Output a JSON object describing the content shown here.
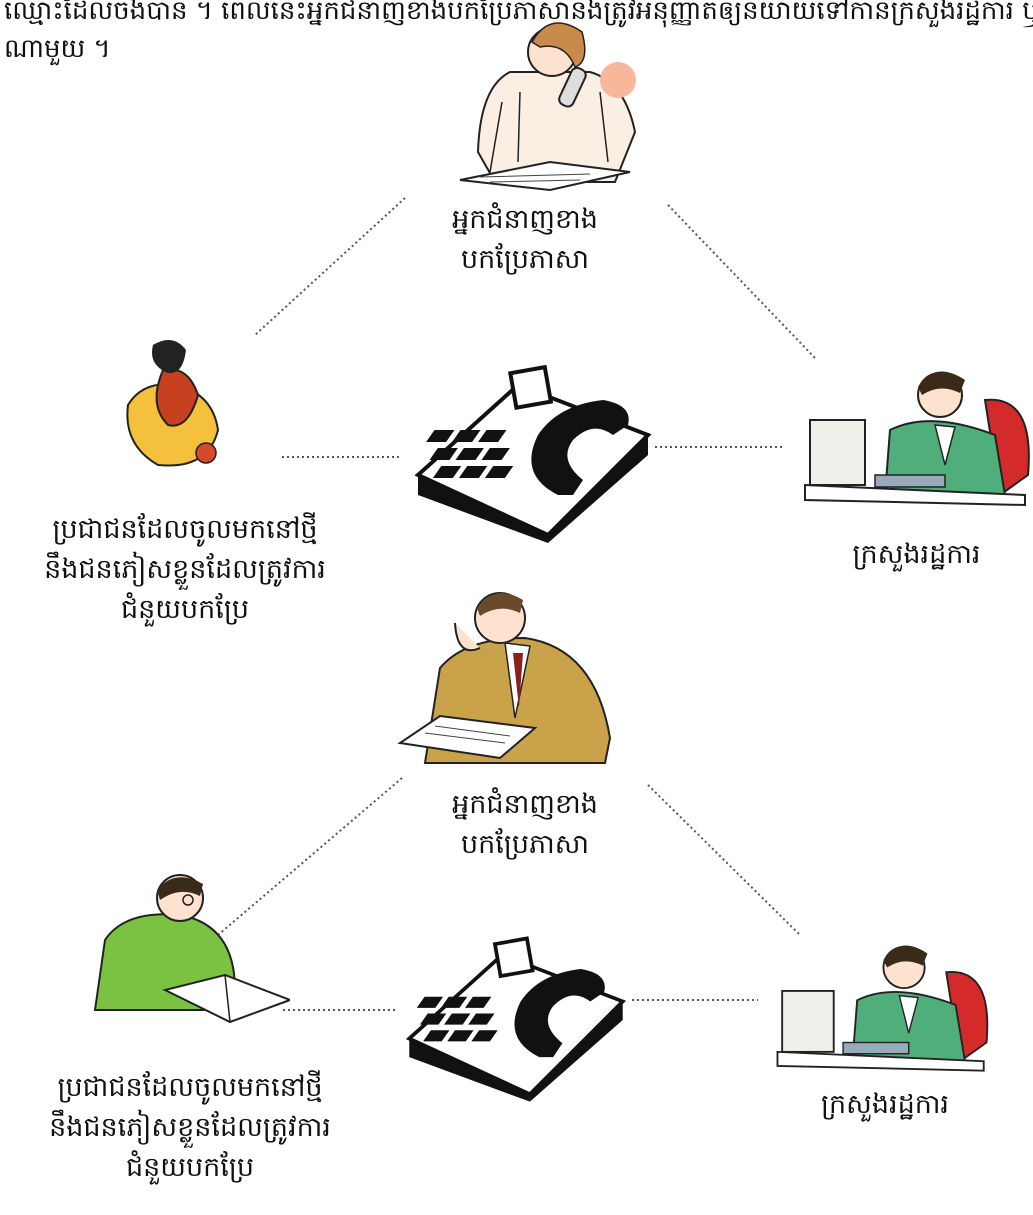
{
  "intro": {
    "line1": "ឈ្មោះដែលចង់បាន ។ ពេលនេះអ្នកជំនាញខាងបកប្រែភាសានឹងត្រូវអនុញ្ញាតឲ្យនិយាយទៅកាន់ក្រសួងរដ្ឋការ ឬការិយាល័យ",
    "line2": "ណាមួយ ។"
  },
  "top_diagram": {
    "interpreter_label": [
      "អ្នកជំនាញខាង",
      "បកប្រែភាសា"
    ],
    "resident_label": [
      "ប្រជាជនដែលចូលមកនៅថ្មី",
      "នឹងជនភៀសខ្លួនដែលត្រូវការ",
      "ជំនួយបកប្រែ"
    ],
    "ministry_label": "ក្រសួងរដ្ឋការ"
  },
  "bottom_diagram": {
    "interpreter_label": [
      "អ្នកជំនាញខាង",
      "បកប្រែភាសា"
    ],
    "resident_label": [
      "ប្រជាជនដែលចូលមកនៅថ្មី",
      "នឹងជនភៀសខ្លួនដែលត្រូវការ",
      "ជំនួយបកប្រែ"
    ],
    "ministry_label": "ក្រសួងរដ្ឋការ"
  },
  "icons": [
    "female-interpreter-on-phone-icon",
    "resident-woman-icon",
    "telephone-icon",
    "government-official-at-desk-icon",
    "male-interpreter-on-phone-icon",
    "resident-man-reading-icon"
  ],
  "colors": {
    "line": "#555555",
    "shirt_yellow": "#f5c13d",
    "shirt_green": "#7cc242",
    "suit_green": "#4fae7a",
    "suit_tan": "#c9a24a",
    "chair_red": "#d42a2a"
  }
}
